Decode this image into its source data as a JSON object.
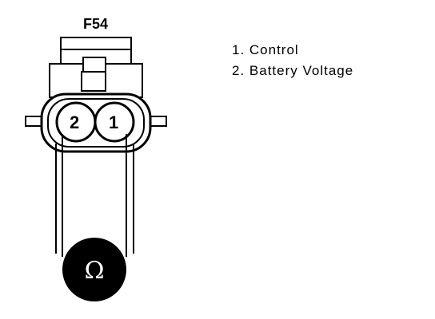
{
  "connector": {
    "title": "F54",
    "pins": [
      {
        "number": "2"
      },
      {
        "number": "1"
      }
    ]
  },
  "legend": {
    "items": [
      "1. Control",
      "2. Battery Voltage"
    ]
  },
  "meter": {
    "symbol": "Ω",
    "icon": "ohmmeter-icon"
  }
}
